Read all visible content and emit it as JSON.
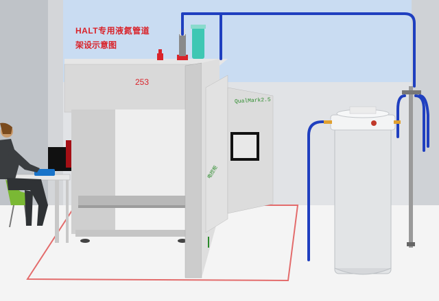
{
  "diagram": {
    "title_line1": "HALT专用液氮管道",
    "title_line2": "架设示意图",
    "chamber_number": "253",
    "brand_label": "QualMark2.5",
    "side_label": "电控柜"
  },
  "colors": {
    "sky": "#c9dcf2",
    "wall": "#d7d9dc",
    "floor": "#f2f2f2",
    "chamber": "#dcdcdc",
    "pipe": "#1f3fbf",
    "accent_red": "#d9232a",
    "accent_green": "#2a8a2a",
    "tank": "#e2e4e6"
  },
  "icons": [
    "operator-figure",
    "chair-icon",
    "desk-icon",
    "monitor-icon",
    "keyboard-icon",
    "nitrogen-tank-icon",
    "pipe-icon",
    "valve-icon"
  ]
}
